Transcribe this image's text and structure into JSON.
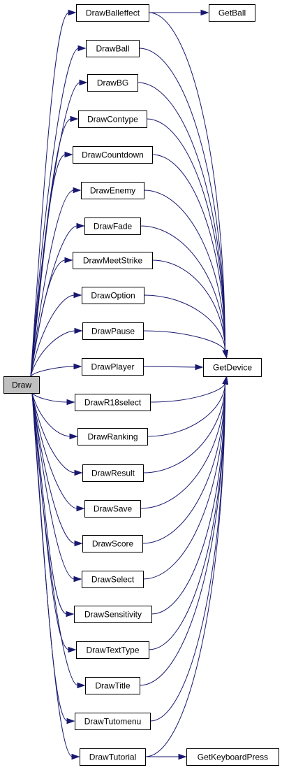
{
  "graph": {
    "title": "",
    "colors": {
      "node_fill": "#ffffff",
      "node_border": "#000000",
      "root_fill": "#bfbfbf",
      "edge": "#191970",
      "background": "#ffffff"
    },
    "root": "Draw",
    "nodes": [
      {
        "id": "Draw",
        "label": "Draw",
        "root": true
      },
      {
        "id": "DrawBalleffect",
        "label": "DrawBalleffect"
      },
      {
        "id": "GetBall",
        "label": "GetBall"
      },
      {
        "id": "DrawBall",
        "label": "DrawBall"
      },
      {
        "id": "DrawBG",
        "label": "DrawBG"
      },
      {
        "id": "DrawContype",
        "label": "DrawContype"
      },
      {
        "id": "DrawCountdown",
        "label": "DrawCountdown"
      },
      {
        "id": "DrawEnemy",
        "label": "DrawEnemy"
      },
      {
        "id": "DrawFade",
        "label": "DrawFade"
      },
      {
        "id": "DrawMeetStrike",
        "label": "DrawMeetStrike"
      },
      {
        "id": "DrawOption",
        "label": "DrawOption"
      },
      {
        "id": "DrawPause",
        "label": "DrawPause"
      },
      {
        "id": "DrawPlayer",
        "label": "DrawPlayer"
      },
      {
        "id": "GetDevice",
        "label": "GetDevice"
      },
      {
        "id": "DrawR18select",
        "label": "DrawR18select"
      },
      {
        "id": "DrawRanking",
        "label": "DrawRanking"
      },
      {
        "id": "DrawResult",
        "label": "DrawResult"
      },
      {
        "id": "DrawSave",
        "label": "DrawSave"
      },
      {
        "id": "DrawScore",
        "label": "DrawScore"
      },
      {
        "id": "DrawSelect",
        "label": "DrawSelect"
      },
      {
        "id": "DrawSensitivity",
        "label": "DrawSensitivity"
      },
      {
        "id": "DrawTextType",
        "label": "DrawTextType"
      },
      {
        "id": "DrawTitle",
        "label": "DrawTitle"
      },
      {
        "id": "DrawTutomenu",
        "label": "DrawTutomenu"
      },
      {
        "id": "DrawTutorial",
        "label": "DrawTutorial"
      },
      {
        "id": "GetKeyboardPress",
        "label": "GetKeyboardPress"
      }
    ],
    "edges": [
      {
        "from": "Draw",
        "to": "DrawBalleffect"
      },
      {
        "from": "Draw",
        "to": "DrawBall"
      },
      {
        "from": "Draw",
        "to": "DrawBG"
      },
      {
        "from": "Draw",
        "to": "DrawContype"
      },
      {
        "from": "Draw",
        "to": "DrawCountdown"
      },
      {
        "from": "Draw",
        "to": "DrawEnemy"
      },
      {
        "from": "Draw",
        "to": "DrawFade"
      },
      {
        "from": "Draw",
        "to": "DrawMeetStrike"
      },
      {
        "from": "Draw",
        "to": "DrawOption"
      },
      {
        "from": "Draw",
        "to": "DrawPause"
      },
      {
        "from": "Draw",
        "to": "DrawPlayer"
      },
      {
        "from": "Draw",
        "to": "DrawR18select"
      },
      {
        "from": "Draw",
        "to": "DrawRanking"
      },
      {
        "from": "Draw",
        "to": "DrawResult"
      },
      {
        "from": "Draw",
        "to": "DrawSave"
      },
      {
        "from": "Draw",
        "to": "DrawScore"
      },
      {
        "from": "Draw",
        "to": "DrawSelect"
      },
      {
        "from": "Draw",
        "to": "DrawSensitivity"
      },
      {
        "from": "Draw",
        "to": "DrawTextType"
      },
      {
        "from": "Draw",
        "to": "DrawTitle"
      },
      {
        "from": "Draw",
        "to": "DrawTutomenu"
      },
      {
        "from": "Draw",
        "to": "DrawTutorial"
      },
      {
        "from": "DrawBalleffect",
        "to": "GetBall"
      },
      {
        "from": "DrawBalleffect",
        "to": "GetDevice"
      },
      {
        "from": "DrawBall",
        "to": "GetDevice"
      },
      {
        "from": "DrawBG",
        "to": "GetDevice"
      },
      {
        "from": "DrawContype",
        "to": "GetDevice"
      },
      {
        "from": "DrawCountdown",
        "to": "GetDevice"
      },
      {
        "from": "DrawEnemy",
        "to": "GetDevice"
      },
      {
        "from": "DrawFade",
        "to": "GetDevice"
      },
      {
        "from": "DrawMeetStrike",
        "to": "GetDevice"
      },
      {
        "from": "DrawOption",
        "to": "GetDevice"
      },
      {
        "from": "DrawPause",
        "to": "GetDevice"
      },
      {
        "from": "DrawPlayer",
        "to": "GetDevice"
      },
      {
        "from": "DrawR18select",
        "to": "GetDevice"
      },
      {
        "from": "DrawRanking",
        "to": "GetDevice"
      },
      {
        "from": "DrawResult",
        "to": "GetDevice"
      },
      {
        "from": "DrawSave",
        "to": "GetDevice"
      },
      {
        "from": "DrawScore",
        "to": "GetDevice"
      },
      {
        "from": "DrawSelect",
        "to": "GetDevice"
      },
      {
        "from": "DrawSensitivity",
        "to": "GetDevice"
      },
      {
        "from": "DrawTextType",
        "to": "GetDevice"
      },
      {
        "from": "DrawTitle",
        "to": "GetDevice"
      },
      {
        "from": "DrawTutomenu",
        "to": "GetDevice"
      },
      {
        "from": "DrawTutorial",
        "to": "GetDevice"
      },
      {
        "from": "DrawTutorial",
        "to": "GetKeyboardPress"
      }
    ]
  }
}
